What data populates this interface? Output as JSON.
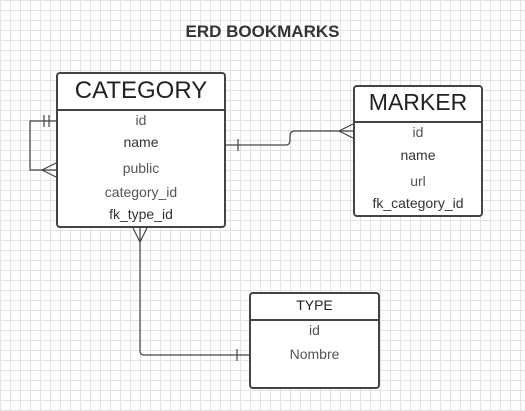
{
  "title": "ERD BOOKMARKS",
  "entities": {
    "category": {
      "name": "CATEGORY",
      "attributes": [
        "id",
        "name",
        "public",
        "category_id",
        "fk_type_id"
      ]
    },
    "marker": {
      "name": "MARKER",
      "attributes": [
        "id",
        "name",
        "url",
        "fk_category_id"
      ]
    },
    "type": {
      "name": "TYPE",
      "attributes": [
        "id",
        "Nombre"
      ]
    }
  },
  "colors": {
    "line": "#444444",
    "grid": "#e2e2e2",
    "background": "#ffffff"
  }
}
